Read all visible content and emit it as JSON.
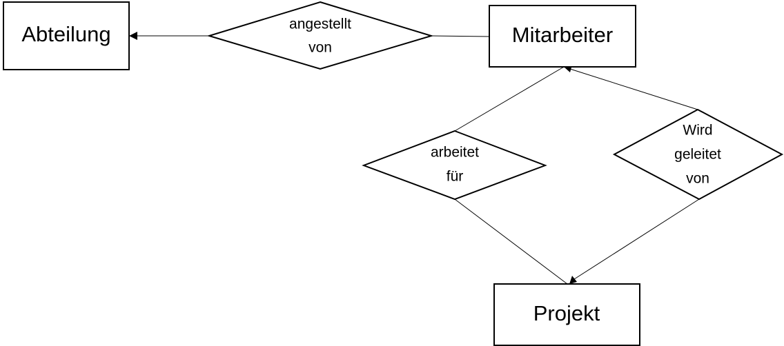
{
  "diagram": {
    "entities": {
      "abteilung": "Abteilung",
      "mitarbeiter": "Mitarbeiter",
      "projekt": "Projekt"
    },
    "relationships": {
      "angestellt_von": [
        "angestellt",
        "von"
      ],
      "arbeitet_fuer": [
        "arbeitet",
        "für"
      ],
      "wird_geleitet_von": [
        "Wird",
        "geleitet",
        "von"
      ]
    }
  }
}
